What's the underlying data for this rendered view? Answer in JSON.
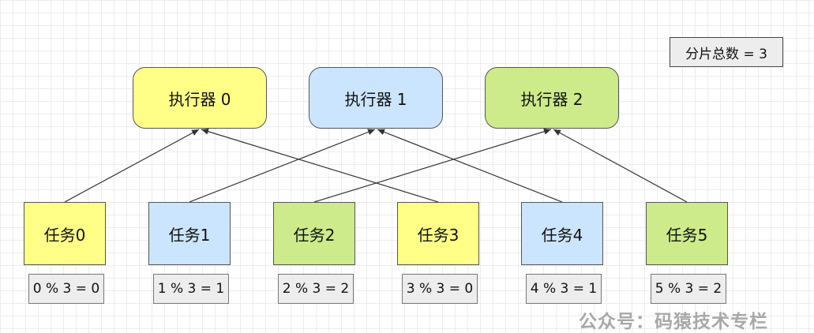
{
  "shard_count_label": "分片总数 = 3",
  "executors": [
    {
      "label": "执行器 0",
      "color": "#ffff88"
    },
    {
      "label": "执行器 1",
      "color": "#cce5ff"
    },
    {
      "label": "执行器 2",
      "color": "#cdeb8b"
    }
  ],
  "tasks": [
    {
      "label": "任务0",
      "formula": "0 % 3 = 0",
      "executor": 0
    },
    {
      "label": "任务1",
      "formula": "1 % 3 = 1",
      "executor": 1
    },
    {
      "label": "任务2",
      "formula": "2 % 3 = 2",
      "executor": 2
    },
    {
      "label": "任务3",
      "formula": "3 % 3 = 0",
      "executor": 0
    },
    {
      "label": "任务4",
      "formula": "4 % 3 = 1",
      "executor": 1
    },
    {
      "label": "任务5",
      "formula": "5 % 3 = 2",
      "executor": 2
    }
  ],
  "watermark": "公众号：码猿技术专栏"
}
